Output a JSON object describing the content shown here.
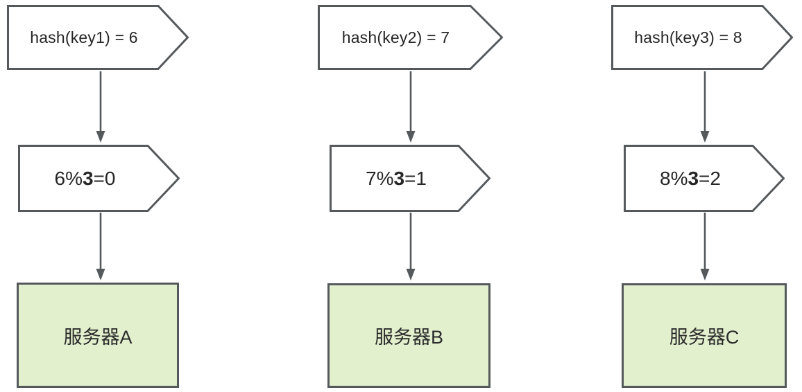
{
  "diagram": {
    "description": "Modulo hashing: three keys hashed and assigned to three servers",
    "colors": {
      "outline": "#55595c",
      "server_fill": "#e2f0ce",
      "shape_fill": "#ffffff",
      "text": "#262626"
    },
    "columns": [
      {
        "hash_label": "hash(key1) = 6",
        "mod_prefix": "6%",
        "mod_bold": "3",
        "mod_suffix": "=0",
        "server_label": "服务器A"
      },
      {
        "hash_label": "hash(key2) = 7",
        "mod_prefix": "7%",
        "mod_bold": "3",
        "mod_suffix": "=1",
        "server_label": "服务器B"
      },
      {
        "hash_label": "hash(key3) = 8",
        "mod_prefix": "8%",
        "mod_bold": "3",
        "mod_suffix": "=2",
        "server_label": "服务器C"
      }
    ]
  }
}
